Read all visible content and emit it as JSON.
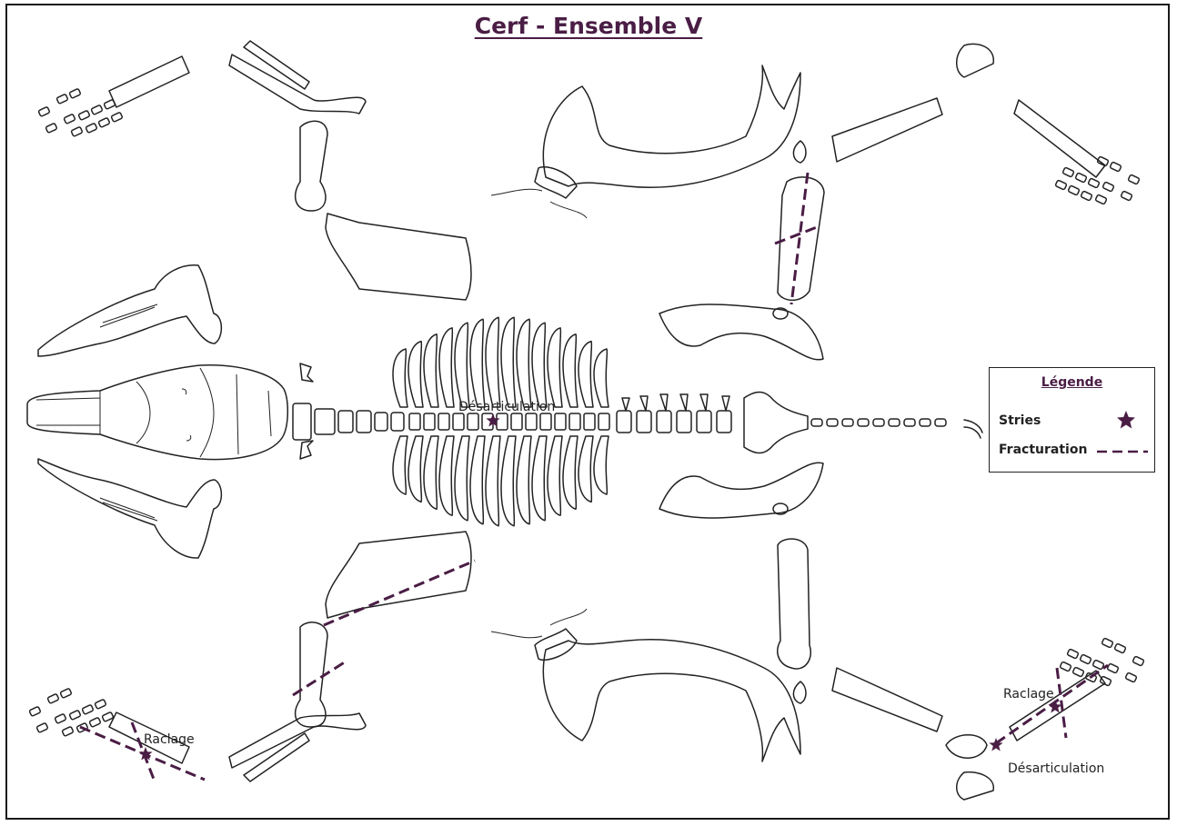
{
  "title": "Cerf - Ensemble V",
  "legend": {
    "title": "Légende",
    "items": [
      {
        "label": "Stries",
        "symbol": "star-icon",
        "color": "#4a1d45"
      },
      {
        "label": "Fracturation",
        "symbol": "dashed-line-icon",
        "color": "#4a1d45"
      }
    ]
  },
  "annotations": {
    "vertebra_label": "Désarticulation",
    "left_hind_label": "Raclage",
    "right_hind_raclage_label": "Raclage",
    "right_hind_desart_label": "Désarticulation"
  },
  "colors": {
    "accent": "#4a1d45",
    "line": "#222222",
    "background": "#ffffff"
  }
}
